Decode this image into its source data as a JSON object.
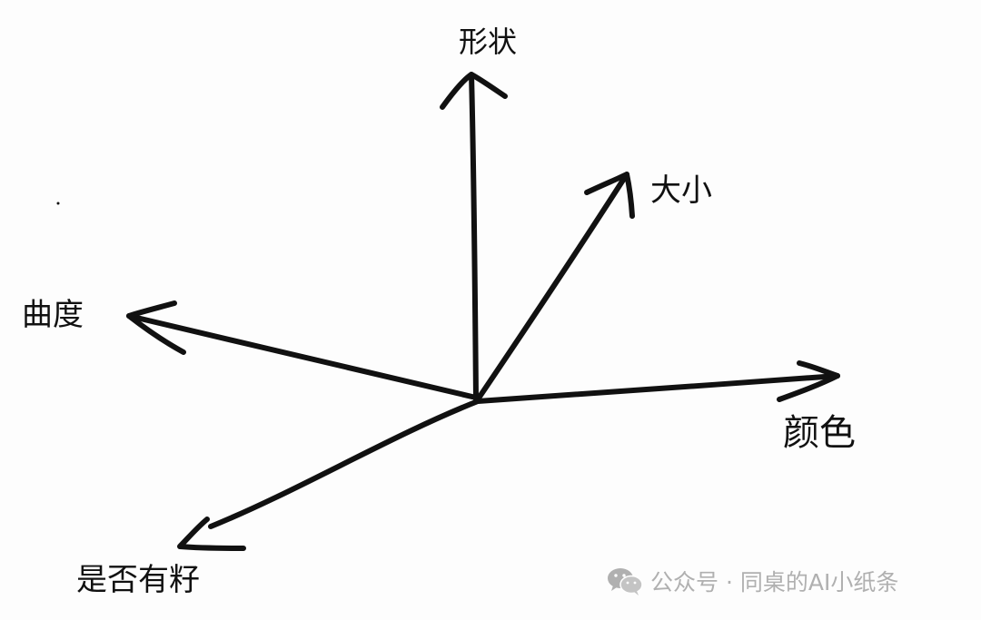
{
  "diagram": {
    "axes": [
      {
        "id": "shape",
        "label": "形状"
      },
      {
        "id": "size",
        "label": "大小"
      },
      {
        "id": "curvature",
        "label": "曲度"
      },
      {
        "id": "color",
        "label": "颜色"
      },
      {
        "id": "has_fruit",
        "label": "是否有籽"
      }
    ],
    "stroke_color": "#111111"
  },
  "watermark": {
    "icon": "wechat-icon",
    "text": "公众号 · 同桌的AI小纸条",
    "color": "#b0b0b0"
  }
}
